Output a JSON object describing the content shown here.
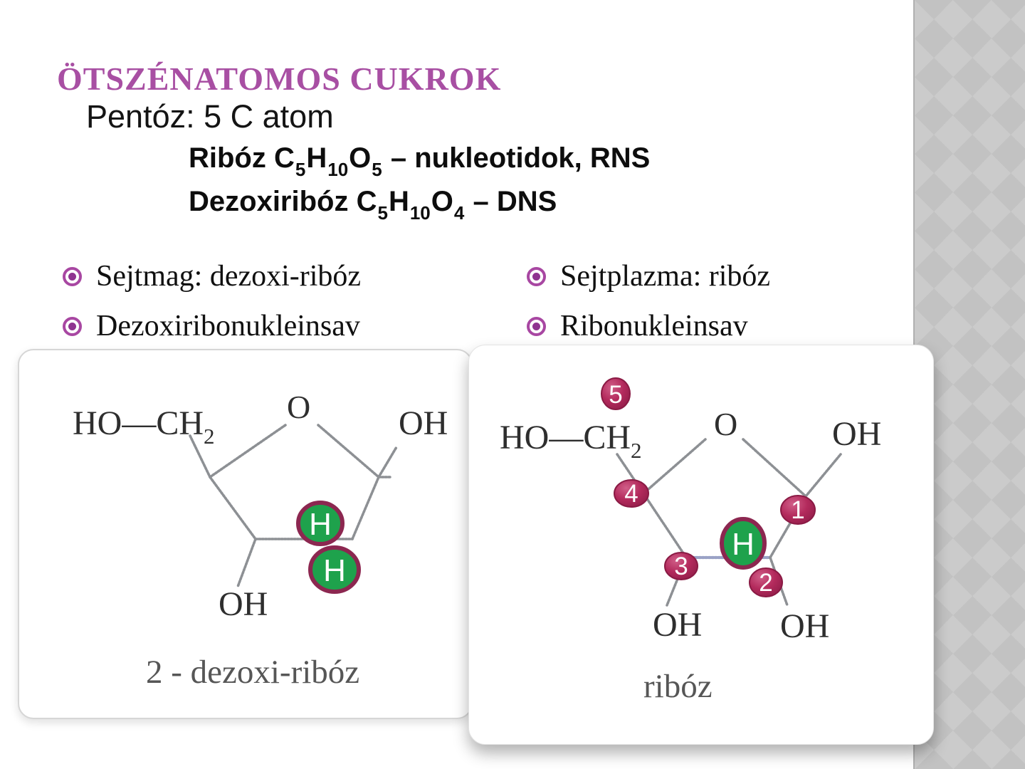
{
  "slide": {
    "title": "ÖTSZÉNATOMOS CUKROK",
    "subtitle": "Pentóz: 5 C atom"
  },
  "formulas": {
    "ribose": {
      "p1": "Ribóz C",
      "s1": "5",
      "p2": "H",
      "s2": "10",
      "p3": "O",
      "s3": "5",
      "rest": " – nukleotidok, RNS"
    },
    "deoxyribose": {
      "p1": "Dezoxiribóz C",
      "s1": "5",
      "p2": "H",
      "s2": "10",
      "p3": "O",
      "s3": "4",
      "rest": " – DNS"
    }
  },
  "bullets": {
    "left": [
      {
        "label": "Sejtmag: dezoxi-ribóz"
      },
      {
        "label": "Dezoxiribonukleinsav"
      }
    ],
    "right": [
      {
        "label": "Sejtplazma: ribóz"
      },
      {
        "label": "Ribonukleinsav"
      }
    ]
  },
  "diagram_left": {
    "caption": "2 - dezoxi-ribóz",
    "labels": {
      "ho_ch": "HO—CH",
      "ch_sub": "2",
      "ring_o": "O",
      "oh_top_right": "OH",
      "oh_bottom": "OH"
    },
    "h_atoms": [
      "H",
      "H"
    ]
  },
  "diagram_right": {
    "caption": "ribóz",
    "labels": {
      "ho_ch": "HO—CH",
      "ch_sub": "2",
      "ring_o": "O",
      "oh_top_right": "OH",
      "oh_bottom_left": "OH",
      "oh_bottom_right": "OH"
    },
    "carbon_numbers": [
      "1",
      "2",
      "3",
      "4",
      "5"
    ],
    "h_atom": "H"
  },
  "colors": {
    "title": "#a84fa3",
    "bullet_ring": "#a847a2",
    "bullet_dot": "#8f3390",
    "carbon_circle": "#b32a5c",
    "carbon_circle_border": "#8a1a44",
    "hydrogen_fill": "#1ea24c",
    "hydrogen_border": "#8c2750",
    "strip_base": "#c2c2c2",
    "strip_diamond": "#cbcbcb",
    "bond_gray": "#8d9094",
    "bond_blue": "#9aa2c6"
  }
}
